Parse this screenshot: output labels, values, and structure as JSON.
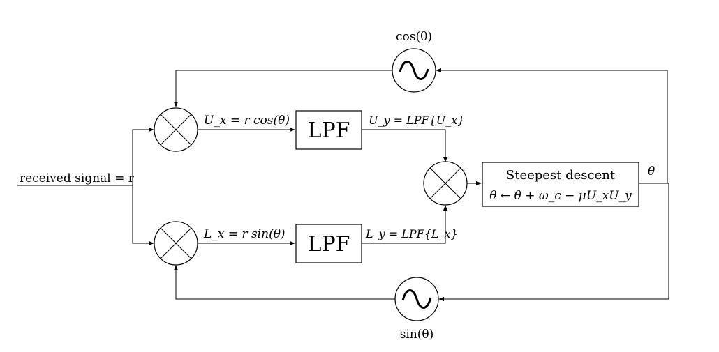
{
  "input": {
    "label": "received signal = r"
  },
  "oscillators": {
    "top_label": "cos(θ)",
    "bottom_label": "sin(θ)"
  },
  "upper_branch": {
    "mixer_out_label": "U_x = r cos(θ)",
    "lpf_label": "LPF",
    "lpf_out_label": "U_y = LPF{U_x}"
  },
  "lower_branch": {
    "mixer_out_label": "L_x = r sin(θ)",
    "lpf_label": "LPF",
    "lpf_out_label": "L_y = LPF{L_x}"
  },
  "steepest": {
    "title": "Steepest descent",
    "update_rule": "θ ← θ + ω_c − μU_xU_y",
    "output_label": "θ"
  }
}
